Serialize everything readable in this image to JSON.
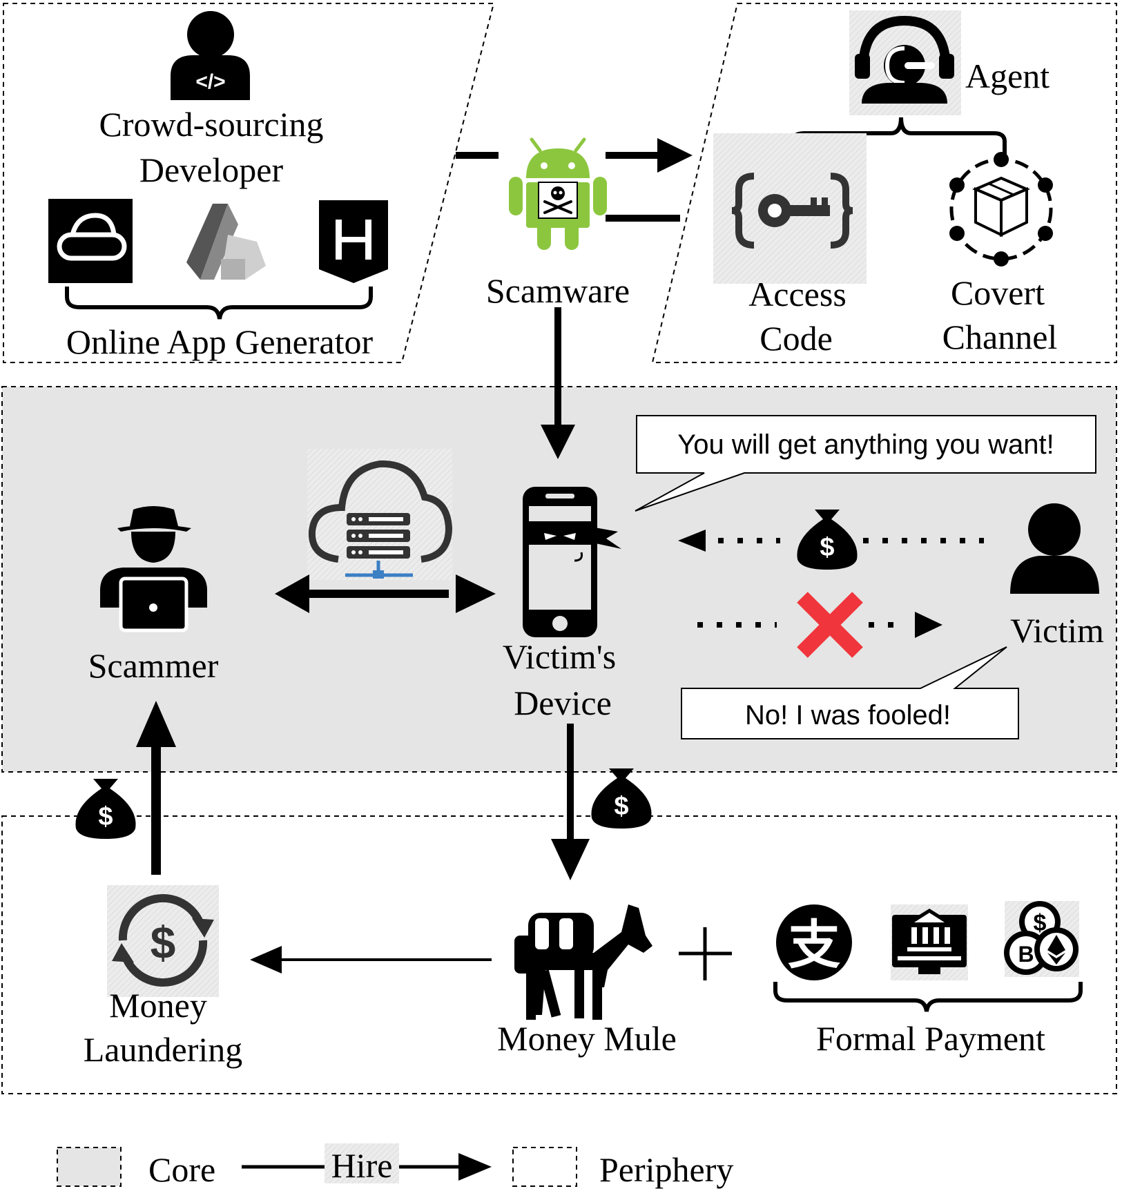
{
  "top_left": {
    "crowd_line1": "Crowd-sourcing",
    "crowd_line2": "Developer",
    "generator_label": "Online App Generator"
  },
  "center_top": {
    "scamware_label": "Scamware"
  },
  "top_right": {
    "agent_label": "Agent",
    "access_line1": "Access",
    "access_line2": "Code",
    "covert_line1": "Covert",
    "covert_line2": "Channel"
  },
  "core": {
    "scammer_label": "Scammer",
    "device_line1": "Victim's",
    "device_line2": "Device",
    "victim_label": "Victim",
    "bubble_top": "You will get anything you want!",
    "bubble_bottom": "No! I was fooled!"
  },
  "bottom": {
    "laundering_line1": "Money",
    "laundering_line2": "Laundering",
    "mule_label": "Money Mule",
    "payment_label": "Formal Payment",
    "payment_icons": [
      "alipay-icon",
      "online-bank-icon",
      "cryptocurrency-icon"
    ]
  },
  "legend": {
    "core_label": "Core",
    "hire_label": "Hire",
    "periphery_label": "Periphery"
  },
  "colors": {
    "core_bg": "#e5e5e5",
    "android_green": "#8cc63f",
    "cross_red": "#f0353c",
    "server_blue": "#3b7fc4"
  }
}
